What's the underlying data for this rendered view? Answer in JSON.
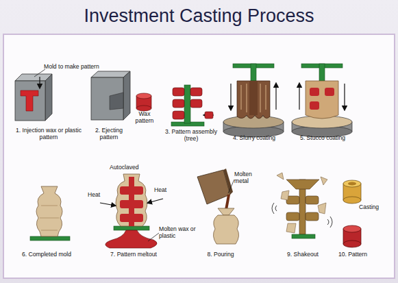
{
  "diagram": {
    "title": "Investment Casting Process",
    "labels": [
      "Mold to make pattern",
      "1. Injection wax or plastic pattern",
      "2. Ejecting pattern",
      "Wax pattern",
      "3. Pattern assembly (tree)",
      "4. Slurry coating",
      "5. Stucco coating",
      "Autoclaved",
      "Heat",
      "Heat",
      "Molten wax or plastic",
      "6. Completed mold",
      "7. Pattern meltout",
      "Molten metal",
      "8. Pouring",
      "9. Shakeout",
      "Casting",
      "10. Pattern"
    ]
  }
}
